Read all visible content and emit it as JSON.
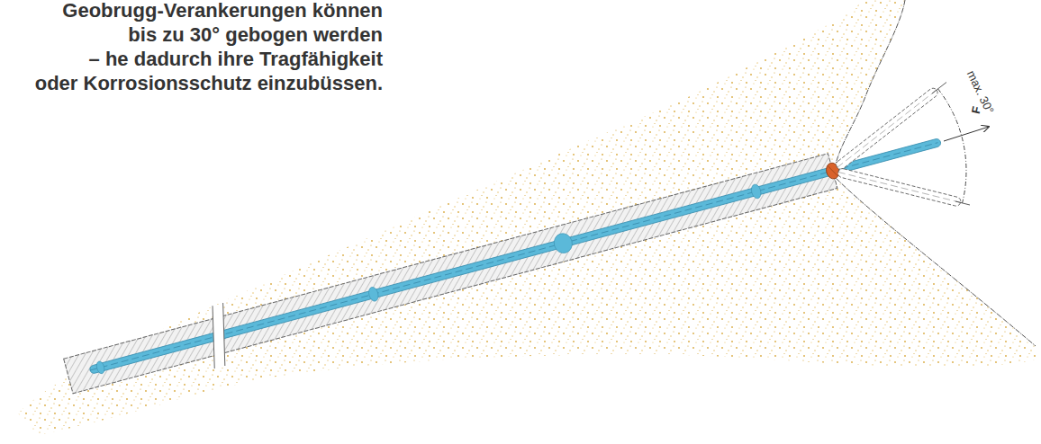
{
  "diagram": {
    "title": "Geobrugg-Verankerungen können bis zu 30° gebogen werden – he dadurch ihre Tragfähigkeit oder Korrosionsschutz einzubüssen.",
    "labels": [
      "max. 30°",
      "F"
    ]
  }
}
